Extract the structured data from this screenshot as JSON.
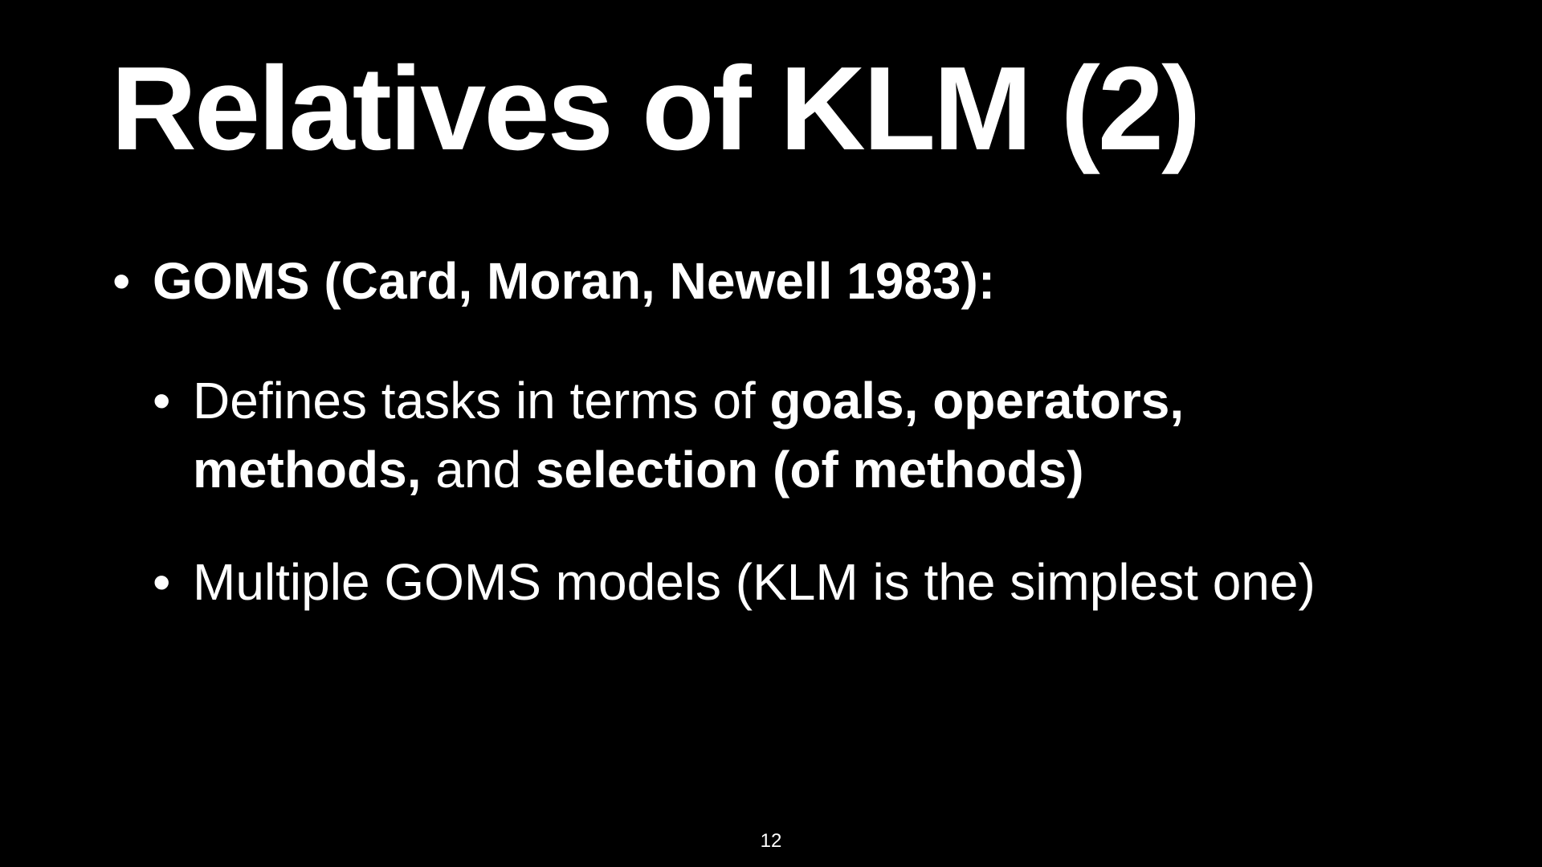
{
  "slide": {
    "title": "Relatives of KLM (2)",
    "bullet_symbol": "•",
    "bullets": [
      {
        "text": "GOMS (Card, Moran, Newell 1983):",
        "sub_bullets": [
          {
            "part1": "Defines tasks in terms of ",
            "part2": "goals, operators,",
            "part3": "methods,",
            "part4": " and ",
            "part5": "selection (of methods)"
          },
          {
            "text": "Multiple GOMS models (KLM is the simplest one)"
          }
        ]
      }
    ],
    "page_number": "12"
  },
  "colors": {
    "background": "#000000",
    "text": "#ffffff"
  }
}
